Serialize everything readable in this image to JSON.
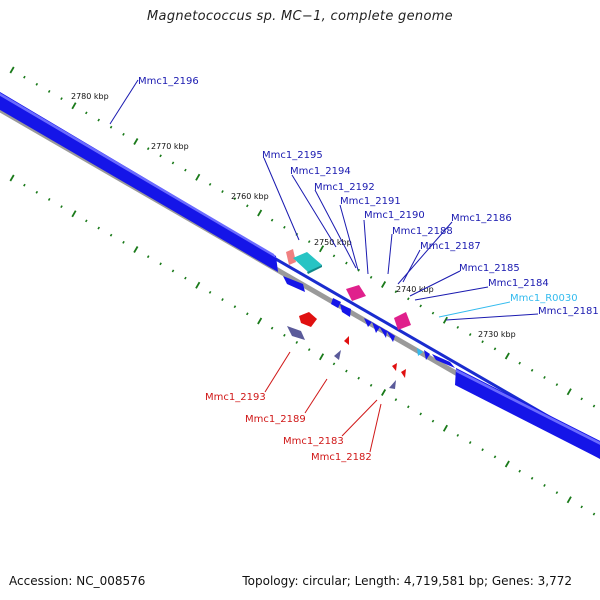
{
  "title": "Magnetococcus sp. MC−1, complete genome",
  "footer": {
    "accession": "Accession: NC_008576",
    "summary": "Topology: circular; Length: 4,719,581 bp; Genes: 3,772"
  },
  "colors": {
    "forward_gene": "#1010e6",
    "reverse_gene": "#e01010",
    "rna_gene": "#33bbee",
    "backbone": "#7a7a7a",
    "tick": "#1a7a1a",
    "forward_label": "#1a1ab0",
    "reverse_label": "#d01818"
  },
  "scale_labels": [
    "2780 kbp",
    "2770 kbp",
    "2760 kbp",
    "2750 kbp",
    "2740 kbp",
    "2730 kbp"
  ],
  "forward_labels": [
    "Mmc1_2196",
    "Mmc1_2195",
    "Mmc1_2194",
    "Mmc1_2192",
    "Mmc1_2191",
    "Mmc1_2190",
    "Mmc1_2188",
    "Mmc1_2186",
    "Mmc1_2187",
    "Mmc1_2185",
    "Mmc1_2184",
    "Mmc1_R0030",
    "Mmc1_2181"
  ],
  "reverse_labels": [
    "Mmc1_2193",
    "Mmc1_2189",
    "Mmc1_2183",
    "Mmc1_2182"
  ]
}
